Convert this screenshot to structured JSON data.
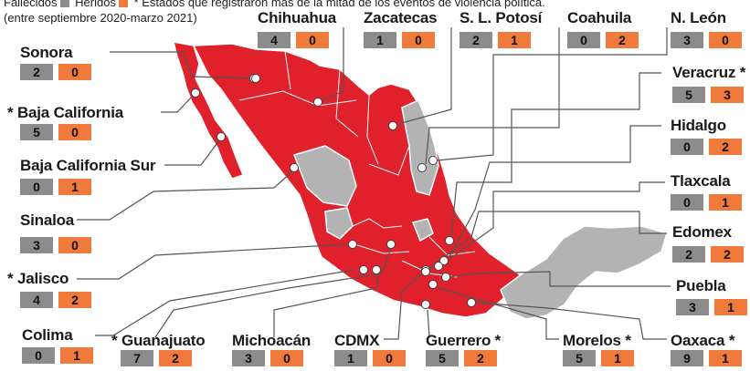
{
  "header": {
    "line1_a": "Fallecidos",
    "line1_b": "Heridos",
    "line1_c": "* Estados que registraron más de la mitad de los eventos de violencia política.",
    "line2": "(entre septiembre 2020-marzo 2021)"
  },
  "colors": {
    "affected": "#e0202a",
    "unaffected": "#b3b3b3",
    "deaths_box": "#8c8c8c",
    "injured_box": "#f07a3c"
  },
  "states": [
    {
      "name": "Chihuahua",
      "deaths": "4",
      "injured": "0"
    },
    {
      "name": "Zacatecas",
      "deaths": "1",
      "injured": "0"
    },
    {
      "name": "S. L. Potosí",
      "deaths": "2",
      "injured": "1"
    },
    {
      "name": "Coahuila",
      "deaths": "0",
      "injured": "2"
    },
    {
      "name": "N. León",
      "deaths": "3",
      "injured": "0"
    },
    {
      "name": "Sonora",
      "deaths": "2",
      "injured": "0"
    },
    {
      "name": "Veracruz",
      "deaths": "5",
      "injured": "3",
      "star": "*"
    },
    {
      "name": "Baja California",
      "deaths": "5",
      "injured": "0",
      "star": "*"
    },
    {
      "name": "Hidalgo",
      "deaths": "0",
      "injured": "2"
    },
    {
      "name": "Baja California Sur",
      "deaths": "0",
      "injured": "1"
    },
    {
      "name": "Tlaxcala",
      "deaths": "0",
      "injured": "1"
    },
    {
      "name": "Sinaloa",
      "deaths": "3",
      "injured": "0"
    },
    {
      "name": "Edomex",
      "deaths": "2",
      "injured": "2"
    },
    {
      "name": "Jalisco",
      "deaths": "4",
      "injured": "2",
      "star": "*"
    },
    {
      "name": "Puebla",
      "deaths": "3",
      "injured": "1"
    },
    {
      "name": "Colima",
      "deaths": "0",
      "injured": "1"
    },
    {
      "name": "Guanajuato",
      "deaths": "7",
      "injured": "2",
      "star": "*"
    },
    {
      "name": "Michoacán",
      "deaths": "3",
      "injured": "0"
    },
    {
      "name": "CDMX",
      "deaths": "1",
      "injured": "0"
    },
    {
      "name": "Guerrero",
      "deaths": "5",
      "injured": "2",
      "star": "*"
    },
    {
      "name": "Morelos",
      "deaths": "5",
      "injured": "1",
      "star": "*"
    },
    {
      "name": "Oaxaca",
      "deaths": "9",
      "injured": "1",
      "star": "*"
    }
  ]
}
